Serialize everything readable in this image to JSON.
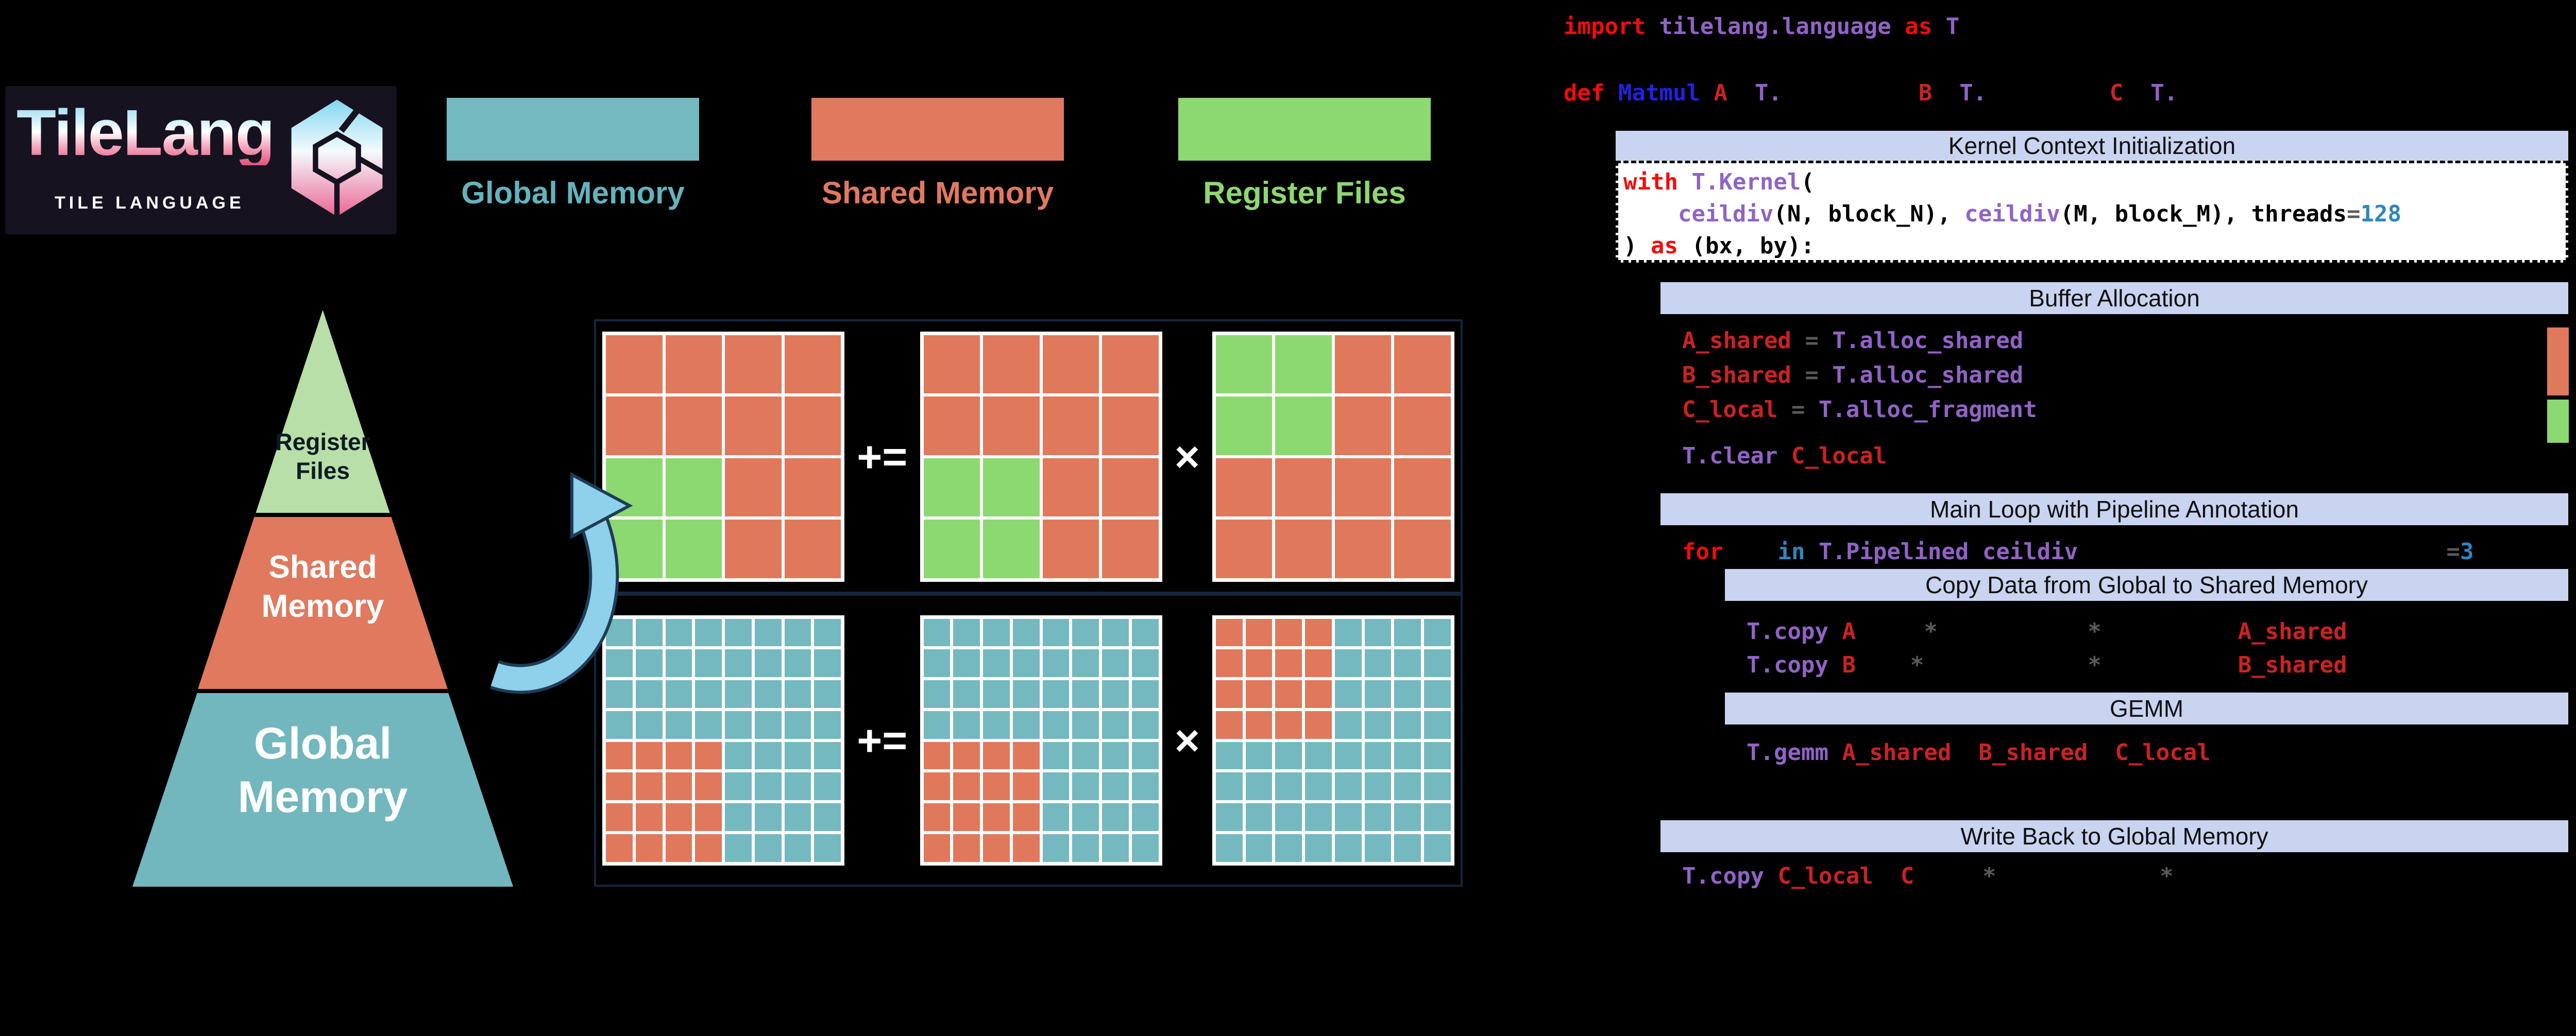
{
  "logo": {
    "title": "TileLang",
    "subtitle": "TILE LANGUAGE"
  },
  "legend": {
    "items": [
      {
        "label": "Global Memory",
        "color": "#62b4bd"
      },
      {
        "label": "Shared Memory",
        "color": "#e0795e"
      },
      {
        "label": "Register Files",
        "color": "#8cd871"
      }
    ],
    "swatch_colors": [
      "#74b9bf",
      "#e0795e",
      "#8cd871"
    ]
  },
  "pyramid": {
    "levels": [
      {
        "name": "register-files",
        "lines": [
          "Register",
          "Files"
        ],
        "color": "#b8dfa8"
      },
      {
        "name": "shared-memory",
        "lines": [
          "Shared",
          "Memory"
        ],
        "color": "#e0795e"
      },
      {
        "name": "global-memory",
        "lines": [
          "Global",
          "Memory"
        ],
        "color": "#72b7bd"
      }
    ]
  },
  "diagram": {
    "operators": {
      "plus_eq": "+=",
      "times": "×"
    },
    "cell_colors": {
      "S": "#e0785c",
      "G": "#8cd871",
      "T": "#74b9bf"
    },
    "top_row": {
      "grids": [
        [
          "SSSS",
          "SSSS",
          "GGSS",
          "GGSS"
        ],
        [
          "SSSS",
          "SSSS",
          "GGSS",
          "GGSS"
        ],
        [
          "GGSS",
          "GGSS",
          "SSSS",
          "SSSS"
        ]
      ]
    },
    "bottom_row": {
      "grids": [
        [
          "TTTTTTTT",
          "TTTTTTTT",
          "TTTTTTTT",
          "TTTTTTTT",
          "SSSSTTTT",
          "SSSSTTTT",
          "SSSSTTTT",
          "SSSSTTTT"
        ],
        [
          "TTTTTTTT",
          "TTTTTTTT",
          "TTTTTTTT",
          "TTTTTTTT",
          "SSSSTTTT",
          "SSSSTTTT",
          "SSSSTTTT",
          "SSSSTTTT"
        ],
        [
          "SSSSTTTT",
          "SSSSTTTT",
          "SSSSTTTT",
          "SSSSTTTT",
          "TTTTTTTT",
          "TTTTTTTT",
          "TTTTTTTT",
          "TTTTTTTT"
        ]
      ]
    }
  },
  "sections": {
    "kernel": "Kernel Context Initialization",
    "buffer": "Buffer Allocation",
    "mainloop": "Main Loop with Pipeline Annotation",
    "copy": "Copy Data from Global to Shared Memory",
    "gemm": "GEMM",
    "writeback": "Write Back to Global Memory"
  },
  "palette": {
    "red": "#f40b0b",
    "purple": "#9163c6",
    "crimson": "#cc2222",
    "blue": "#2222e0",
    "teal_blue": "#2e86c1",
    "gray": "#5a5a5a",
    "black": "#000000",
    "band_bg": "#c8d4f0"
  },
  "buffer_bar": {
    "shared_color": "#e0785c",
    "register_color": "#8cd871"
  },
  "code": {
    "lines": {
      "import_line": [
        {
          "t": "import ",
          "c": "red"
        },
        {
          "t": "tilelang.language ",
          "c": "purple"
        },
        {
          "t": "as ",
          "c": "red"
        },
        {
          "t": "T",
          "c": "purple"
        }
      ],
      "def_line": [
        {
          "t": "def ",
          "c": "red"
        },
        {
          "t": "Matmul ",
          "c": "blue"
        },
        {
          "t": "A",
          "c": "crimson"
        },
        {
          "t": "  T.",
          "c": "purple"
        },
        {
          "t": "          ",
          "c": "black"
        },
        {
          "t": "B",
          "c": "crimson"
        },
        {
          "t": "  T.",
          "c": "purple"
        },
        {
          "t": "         ",
          "c": "black"
        },
        {
          "t": "C",
          "c": "crimson"
        },
        {
          "t": "  T.",
          "c": "purple"
        }
      ],
      "with_line": [
        {
          "t": "with ",
          "c": "red"
        },
        {
          "t": "T.Kernel",
          "c": "purple"
        },
        {
          "t": "(",
          "c": "black"
        }
      ],
      "ceildiv_line": [
        {
          "t": "    ",
          "c": "black"
        },
        {
          "t": "ceildiv",
          "c": "purple"
        },
        {
          "t": "(N, block_N), ",
          "c": "black"
        },
        {
          "t": "ceildiv",
          "c": "purple"
        },
        {
          "t": "(M, block_M), threads",
          "c": "black"
        },
        {
          "t": "=",
          "c": "gray"
        },
        {
          "t": "128",
          "c": "teal_blue"
        }
      ],
      "as_line": [
        {
          "t": ") ",
          "c": "black"
        },
        {
          "t": "as ",
          "c": "red"
        },
        {
          "t": "(bx, by):",
          "c": "black"
        }
      ],
      "a_shared_line": [
        {
          "t": "A_shared ",
          "c": "crimson"
        },
        {
          "t": "= ",
          "c": "gray"
        },
        {
          "t": "T.alloc_shared",
          "c": "purple"
        }
      ],
      "b_shared_line": [
        {
          "t": "B_shared ",
          "c": "crimson"
        },
        {
          "t": "= ",
          "c": "gray"
        },
        {
          "t": "T.alloc_shared",
          "c": "purple"
        }
      ],
      "c_local_line": [
        {
          "t": "C_local ",
          "c": "crimson"
        },
        {
          "t": "= ",
          "c": "gray"
        },
        {
          "t": "T.alloc_fragment",
          "c": "purple"
        }
      ],
      "clear_line": [
        {
          "t": "T.clear ",
          "c": "purple"
        },
        {
          "t": "C_local",
          "c": "crimson"
        }
      ],
      "for_line": [
        {
          "t": "for ",
          "c": "red"
        },
        {
          "t": "   ",
          "c": "black"
        },
        {
          "t": "in ",
          "c": "teal_blue"
        },
        {
          "t": "T.Pipelined ",
          "c": "purple"
        },
        {
          "t": "ceildiv",
          "c": "purple"
        },
        {
          "t": "                           ",
          "c": "black"
        },
        {
          "t": "=",
          "c": "gray"
        },
        {
          "t": "3",
          "c": "teal_blue"
        }
      ],
      "copy_a_line": [
        {
          "t": "T.copy ",
          "c": "purple"
        },
        {
          "t": "A",
          "c": "crimson"
        },
        {
          "t": "     ",
          "c": "black"
        },
        {
          "t": "*",
          "c": "gray"
        },
        {
          "t": "           ",
          "c": "black"
        },
        {
          "t": "*",
          "c": "gray"
        },
        {
          "t": "          ",
          "c": "black"
        },
        {
          "t": "A_shared",
          "c": "crimson"
        }
      ],
      "copy_b_line": [
        {
          "t": "T.copy ",
          "c": "purple"
        },
        {
          "t": "B",
          "c": "crimson"
        },
        {
          "t": "    ",
          "c": "black"
        },
        {
          "t": "*",
          "c": "gray"
        },
        {
          "t": "            ",
          "c": "black"
        },
        {
          "t": "*",
          "c": "gray"
        },
        {
          "t": "          ",
          "c": "black"
        },
        {
          "t": "B_shared",
          "c": "crimson"
        }
      ],
      "gemm_line": [
        {
          "t": "T.gemm ",
          "c": "purple"
        },
        {
          "t": "A_shared",
          "c": "crimson"
        },
        {
          "t": "  ",
          "c": "black"
        },
        {
          "t": "B_shared",
          "c": "crimson"
        },
        {
          "t": "  ",
          "c": "black"
        },
        {
          "t": "C_local",
          "c": "crimson"
        }
      ],
      "copy_c_line": [
        {
          "t": "T.copy ",
          "c": "purple"
        },
        {
          "t": "C_local",
          "c": "crimson"
        },
        {
          "t": "  C",
          "c": "crimson"
        },
        {
          "t": "     ",
          "c": "black"
        },
        {
          "t": "*",
          "c": "gray"
        },
        {
          "t": "            ",
          "c": "black"
        },
        {
          "t": "*",
          "c": "gray"
        }
      ]
    }
  }
}
